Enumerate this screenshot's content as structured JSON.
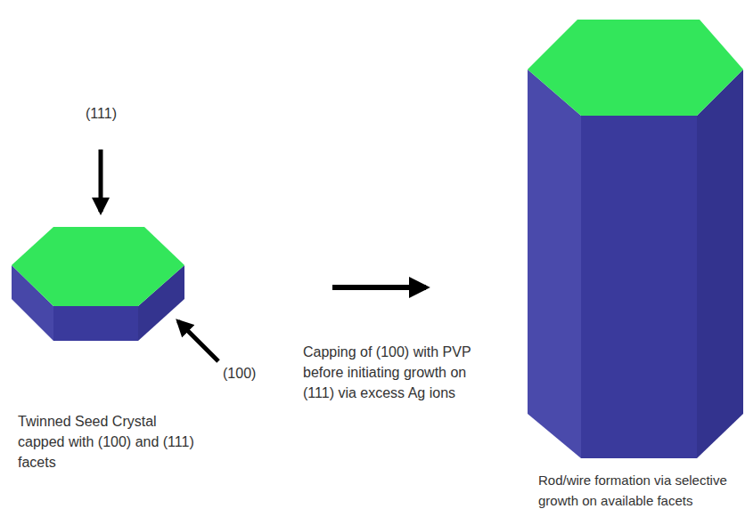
{
  "diagram": {
    "labels": [
      "(111)",
      "(100)",
      "Twinned Seed Crystal capped with (100) and (111) facets",
      "Capping of (100) with PVP before initiating growth on (111) via excess Ag ions",
      "Rod/wire formation via selective growth on available facets"
    ]
  }
}
